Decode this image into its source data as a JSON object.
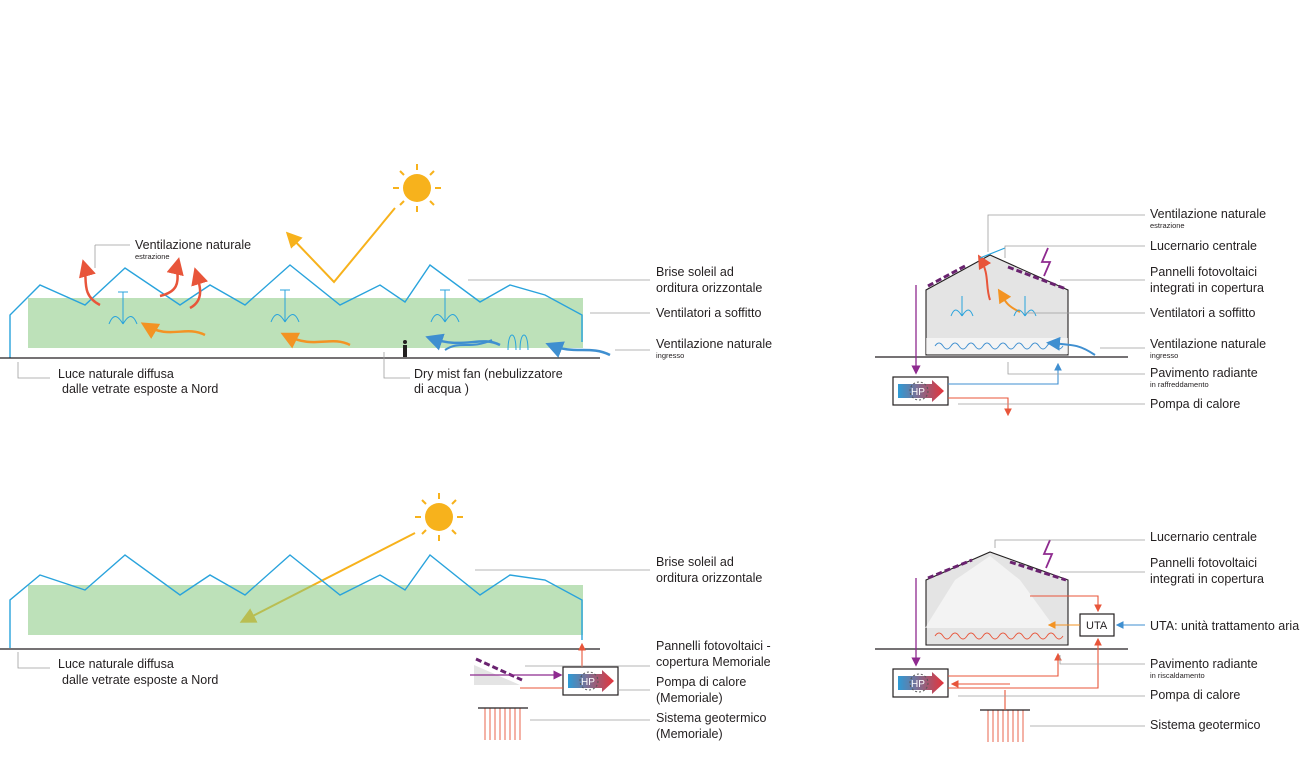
{
  "panel_tl": {
    "ventilazione_estrazione": "Ventilazione naturale",
    "ventilazione_estrazione_sub": "estrazione",
    "brise_line1": "Brise soleil ad",
    "brise_line2": "orditura orizzontale",
    "ventilatori": "Ventilatori a soffitto",
    "ventilazione_ingresso": "Ventilazione naturale",
    "ventilazione_ingresso_sub": "ingresso",
    "luce_line1": "Luce naturale diffusa",
    "luce_line2": "dalle vetrate esposte a Nord",
    "dry_line1": "Dry mist fan (nebulizzatore",
    "dry_line2": "di acqua )"
  },
  "panel_tr": {
    "ventilazione_estrazione": "Ventilazione naturale",
    "ventilazione_estrazione_sub": "estrazione",
    "lucernario": "Lucernario centrale",
    "pannelli_line1": "Pannelli fotovoltaici",
    "pannelli_line2": "integrati in copertura",
    "ventilatori": "Ventilatori a soffitto",
    "ventilazione_ingresso": "Ventilazione naturale",
    "ventilazione_ingresso_sub": "ingresso",
    "pavimento": "Pavimento radiante",
    "pavimento_sub": "in raffreddamento",
    "pompa": "Pompa di calore",
    "hp_label": "HP"
  },
  "panel_bl": {
    "brise_line1": "Brise soleil ad",
    "brise_line2": "orditura orizzontale",
    "luce_line1": "Luce naturale diffusa",
    "luce_line2": "dalle vetrate esposte a Nord",
    "pannelli_line1": "Pannelli fotovoltaici -",
    "pannelli_line2": "copertura Memoriale",
    "pompa_line1": "Pompa di calore",
    "pompa_line2": "(Memoriale)",
    "geo_line1": "Sistema geotermico",
    "geo_line2": "(Memoriale)",
    "hp_label": "HP"
  },
  "panel_br": {
    "lucernario": "Lucernario centrale",
    "pannelli_line1": "Pannelli fotovoltaici",
    "pannelli_line2": "integrati in copertura",
    "uta_box": "UTA",
    "uta": "UTA: unità trattamento aria",
    "pavimento": "Pavimento radiante",
    "pavimento_sub": "in riscaldamento",
    "pompa": "Pompa di calore",
    "geo": "Sistema geotermico",
    "hp_label": "HP"
  },
  "colors": {
    "roof_blue": "#29a3dc",
    "sun_yellow": "#f7b21c",
    "hot_red": "#e8553a",
    "cool_blue": "#3f8fd0",
    "warm_orange": "#f39323",
    "pv_purple": "#6a2370",
    "plant_green": "#86c97f"
  }
}
